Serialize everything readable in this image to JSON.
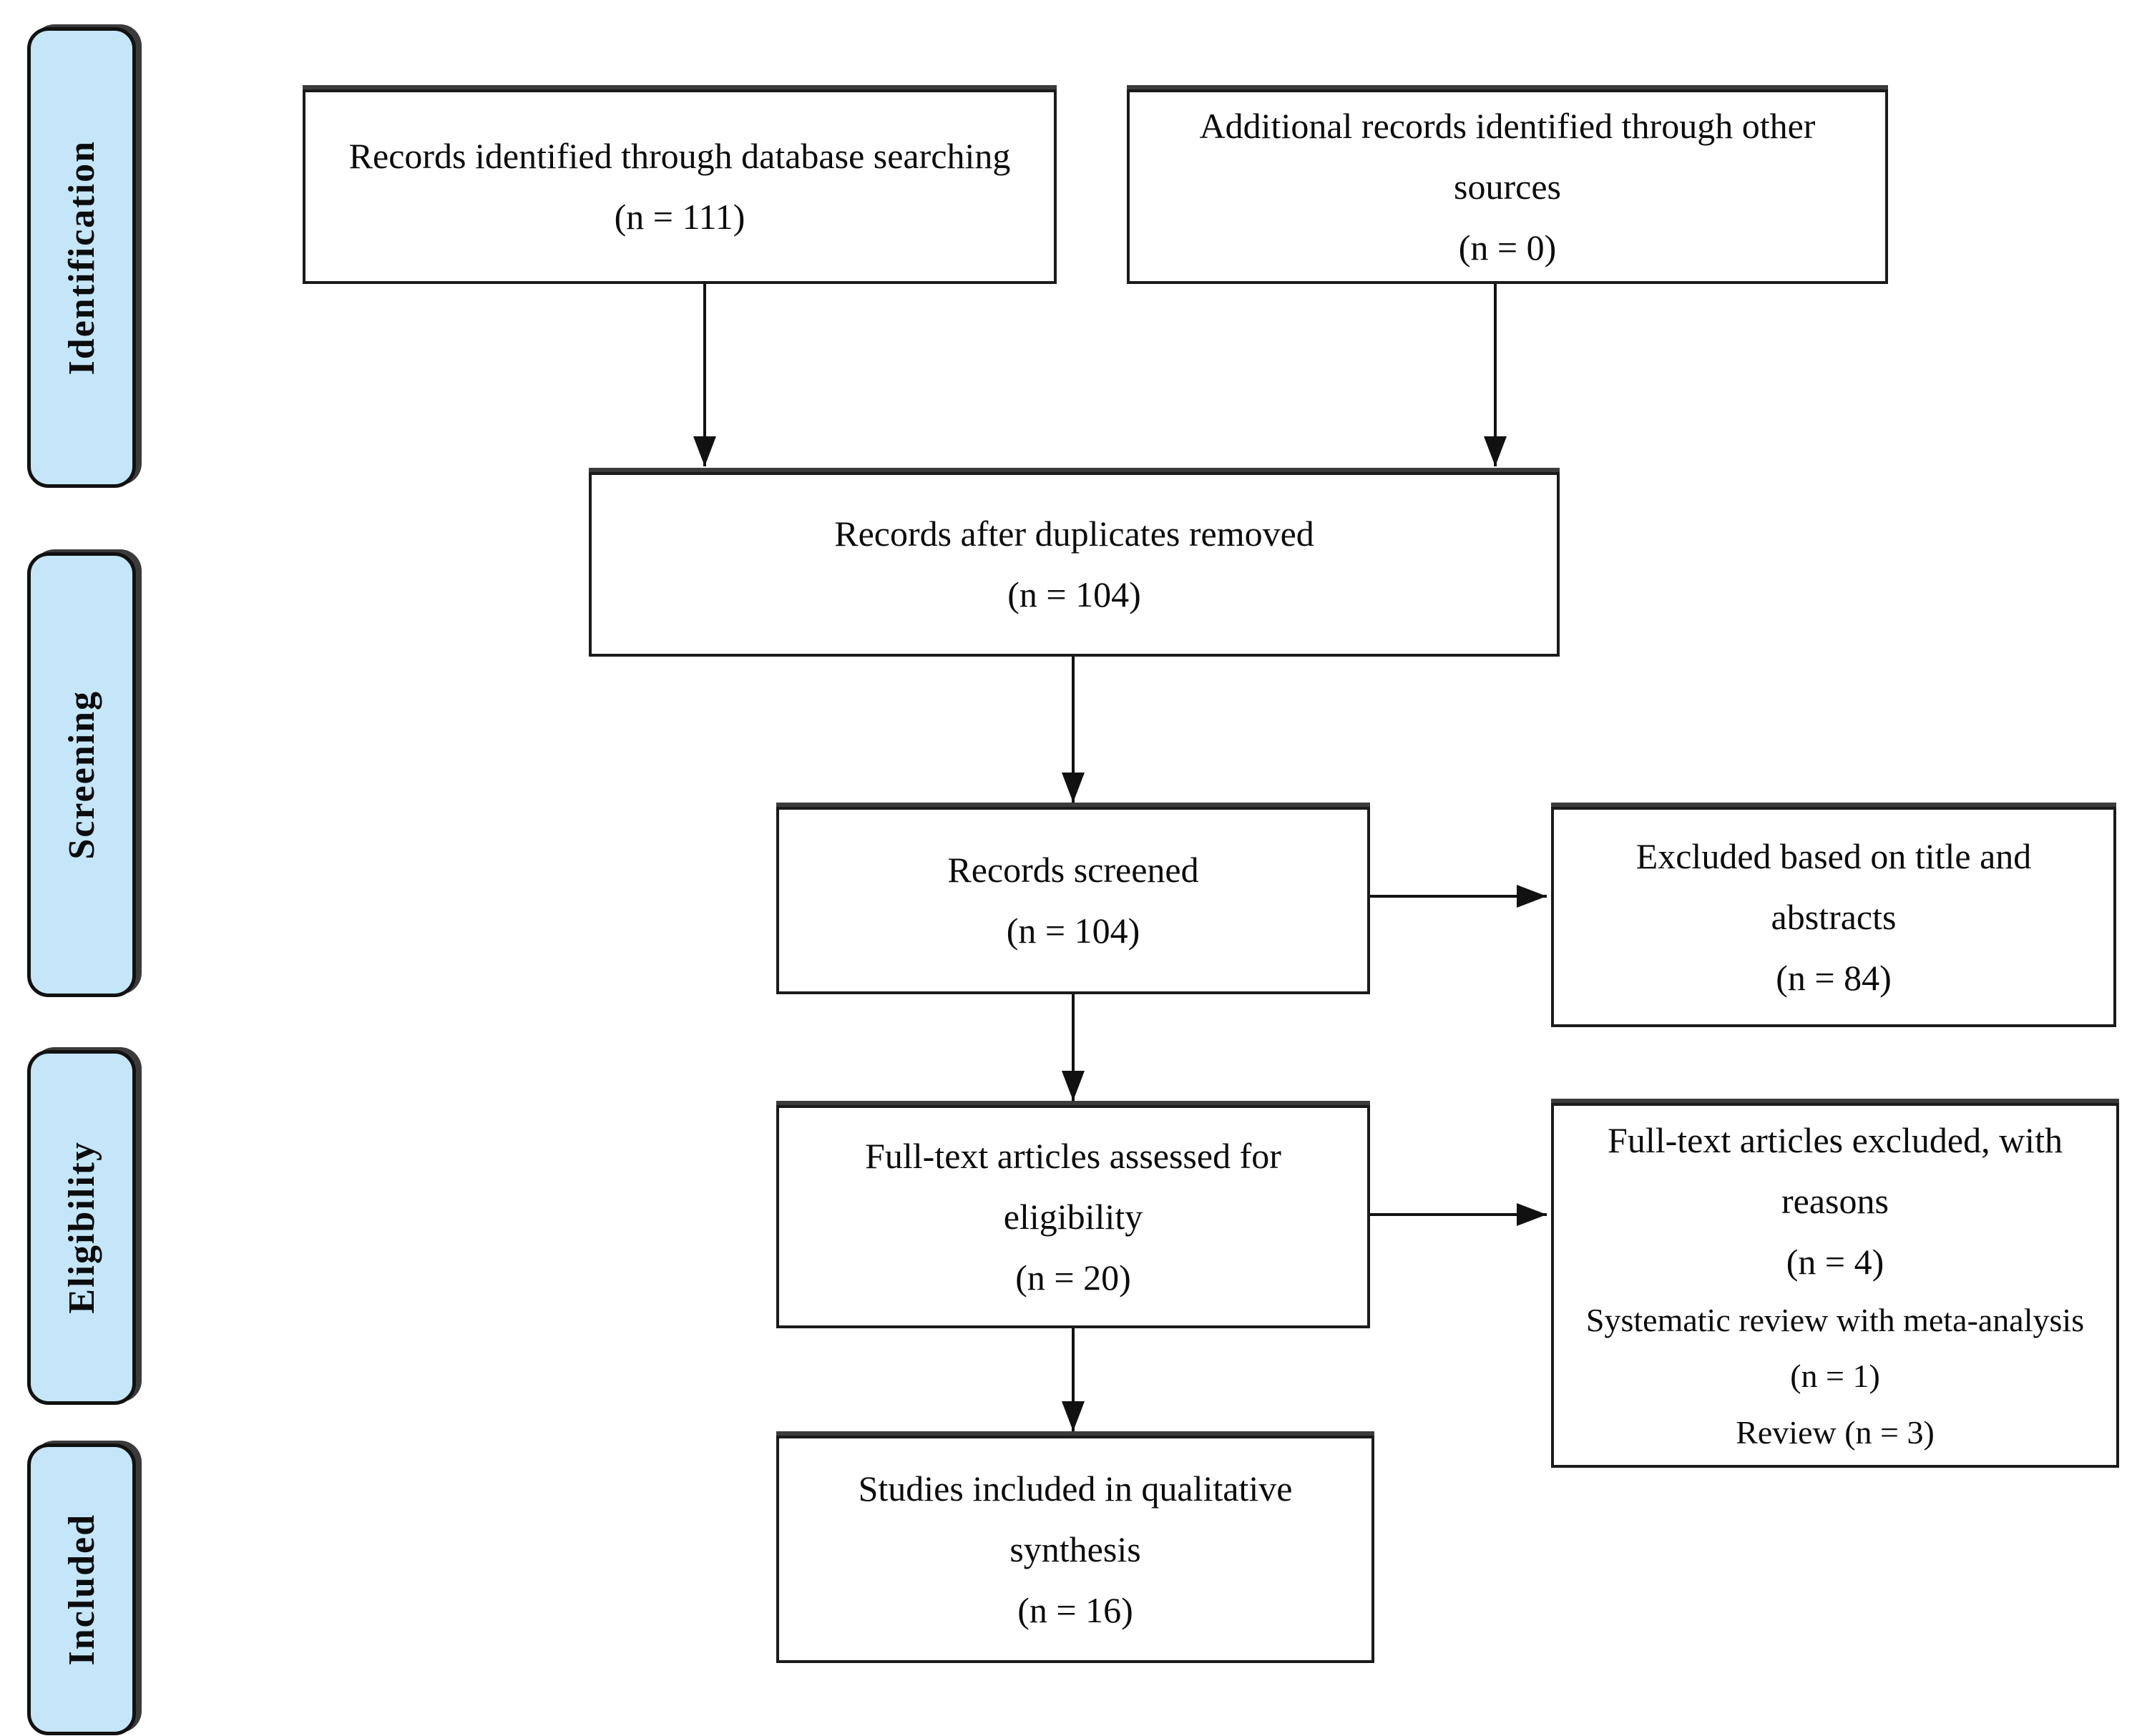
{
  "diagram": {
    "type": "prisma-flow",
    "stages": {
      "identification": "Identification",
      "screening": "Screening",
      "eligibility": "Eligibility",
      "included": "Included"
    },
    "boxes": {
      "identified_db": {
        "text": "Records identified through database searching",
        "n": "(n = 111)"
      },
      "identified_other": {
        "text": "Additional records identified through other sources",
        "n": "(n = 0)"
      },
      "deduplicated": {
        "text": "Records after duplicates removed",
        "n": "(n = 104)"
      },
      "screened": {
        "text": "Records screened",
        "n": "(n = 104)"
      },
      "excluded_title_abstracts": {
        "text": "Excluded based on title and abstracts",
        "n": "(n = 84)"
      },
      "fulltext_assessed": {
        "text": "Full-text articles assessed for eligibility",
        "n": "(n = 20)"
      },
      "fulltext_excluded": {
        "text": "Full-text articles excluded, with reasons",
        "n": "(n = 4)",
        "reason_1": "Systematic review with meta-analysis (n = 1)",
        "reason_2": "Review (n = 3)"
      },
      "qualitative_synthesis": {
        "text": "Studies included in qualitative synthesis",
        "n": "(n = 16)"
      }
    },
    "colors": {
      "stage_fill": "#C4E6F8",
      "box_fill": "#FFFFFF",
      "border": "#1B1B1B",
      "arrow": "#111111"
    }
  }
}
